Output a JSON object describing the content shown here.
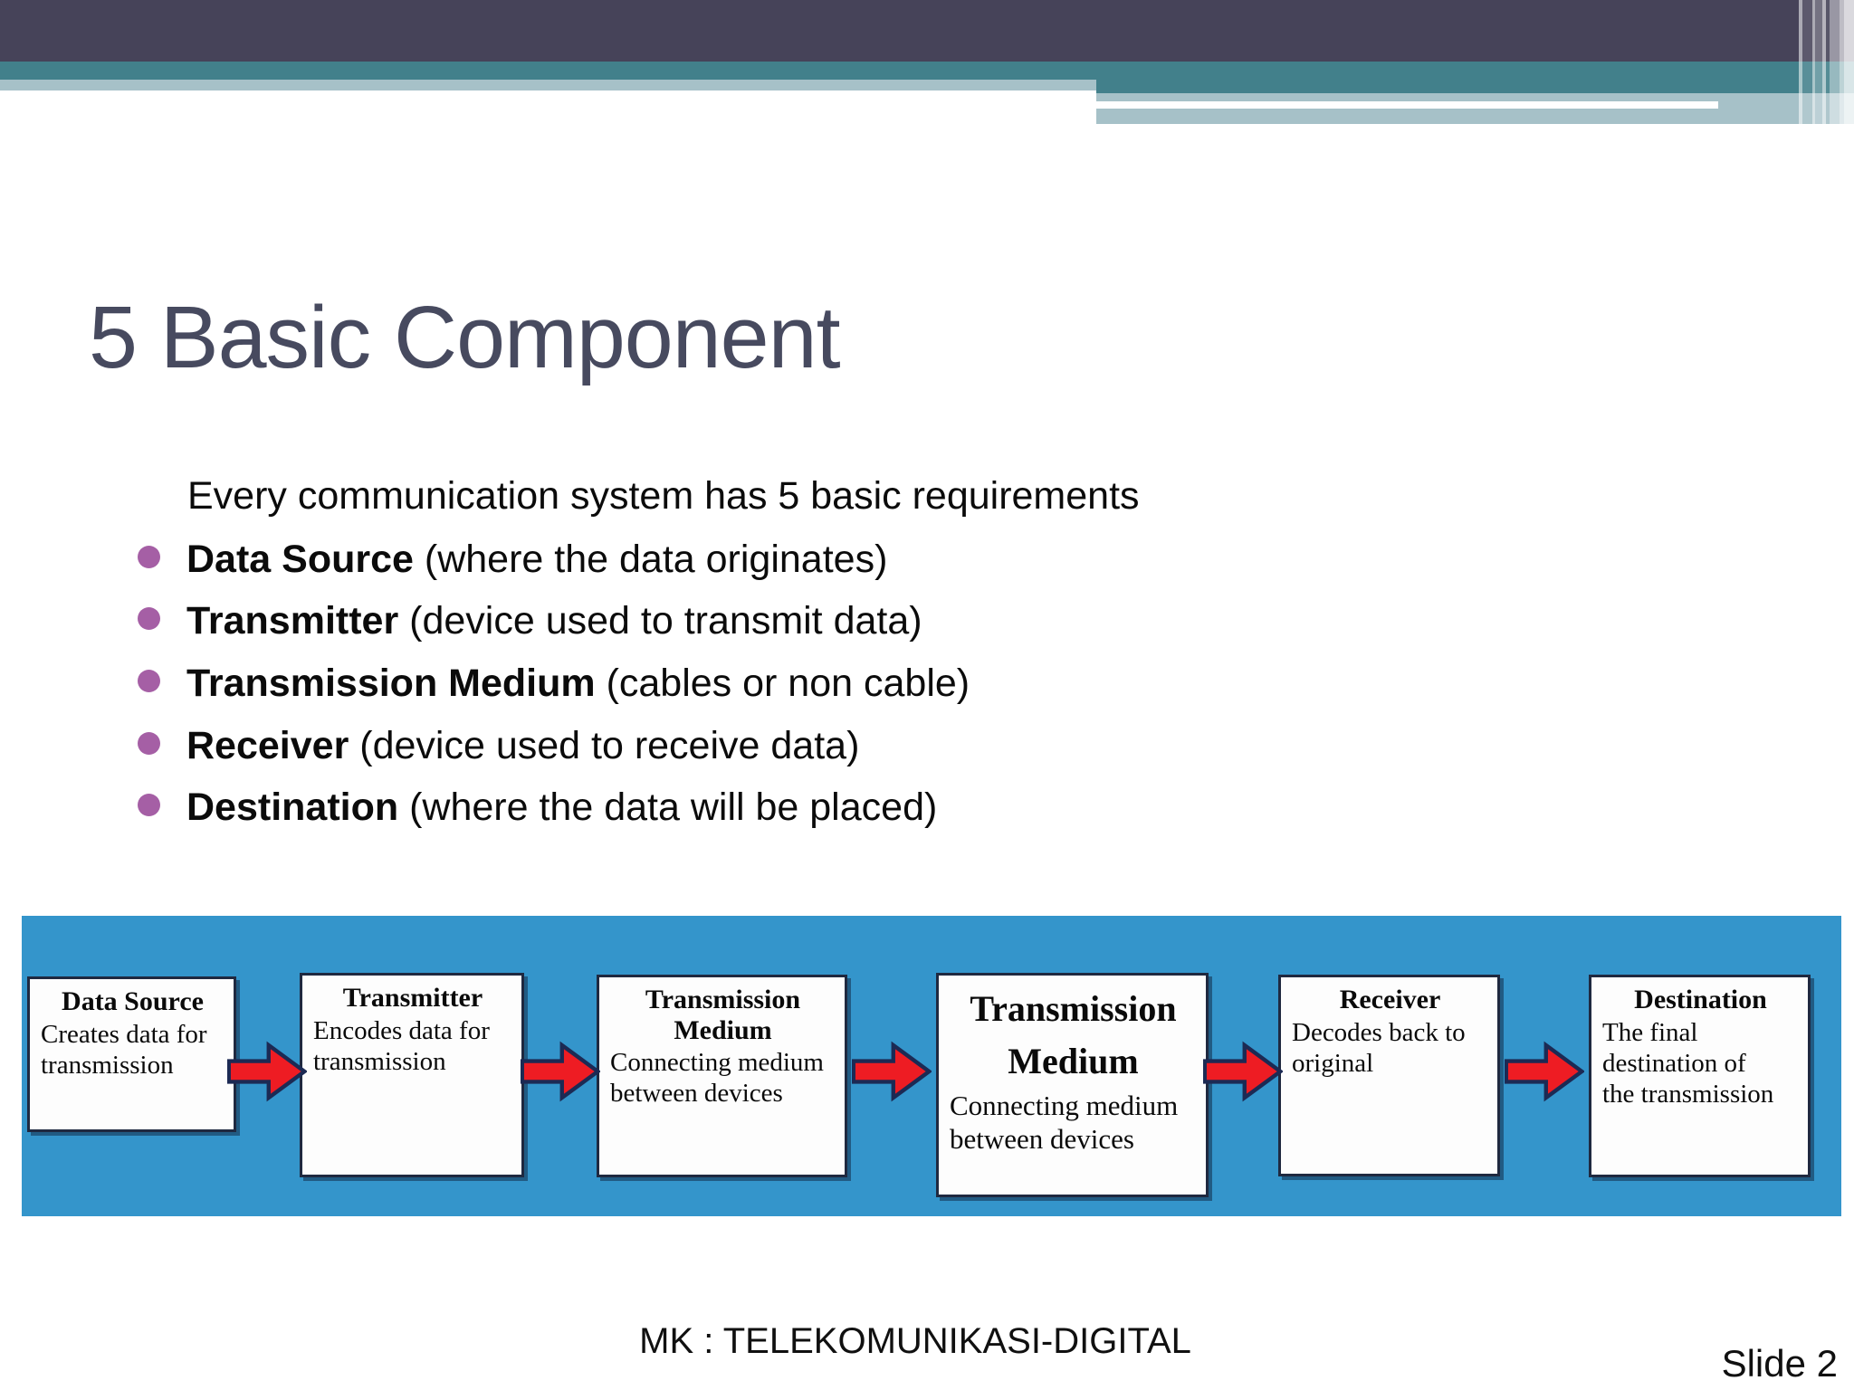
{
  "slide": {
    "title": "5 Basic Component",
    "intro": "Every communication system has 5 basic requirements",
    "bullets": [
      {
        "term": "Data Source",
        "rest": "(where the data originates)"
      },
      {
        "term": "Transmitter",
        "rest": "(device used to transmit data)"
      },
      {
        "term": "Transmission Medium",
        "rest": "(cables or non cable)"
      },
      {
        "term": "Receiver",
        "rest": "(device used to receive data)"
      },
      {
        "term": "Destination",
        "rest": "(where the data will be placed)"
      }
    ],
    "footer": "MK : TELEKOMUNIKASI-DIGITAL",
    "slide_number": "Slide 2"
  },
  "diagram": {
    "boxes": [
      {
        "title": "Data Source",
        "body": "Creates data for transmission"
      },
      {
        "title": "Transmitter",
        "body": "Encodes data for transmission"
      },
      {
        "title": "Transmission Medium",
        "body": "Connecting medium between devices"
      },
      {
        "title": "Transmission Medium",
        "body": "Connecting medium between devices"
      },
      {
        "title": "Receiver",
        "body": "Decodes back to original"
      },
      {
        "title": "Destination",
        "body": "The final destination of the transmission"
      }
    ],
    "arrow_icon": "right-block-arrow"
  },
  "colors": {
    "header_dark": "#464359",
    "header_teal": "#42808b",
    "header_light": "#a6c1c8",
    "title_text": "#474a5f",
    "bullet_accent": "#a55fa5",
    "diagram_background": "#3495cb",
    "arrow_red": "#ee1c23",
    "arrow_outline": "#1c2a54",
    "box_border": "#1f2940"
  }
}
